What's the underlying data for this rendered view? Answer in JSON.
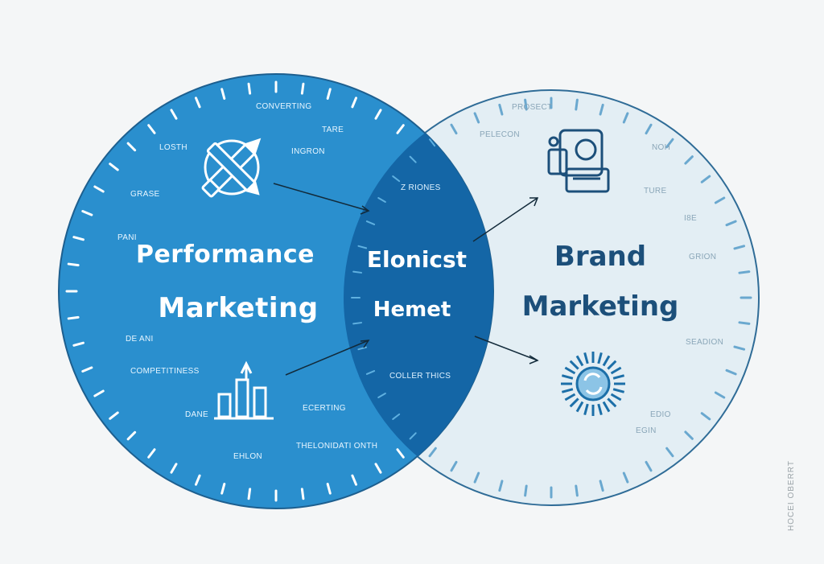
{
  "left_circle": {
    "title_line1": "Performance",
    "title_line2": "Marketing",
    "labels": {
      "converting": "CONVERTING",
      "tare": "TARE",
      "losth": "LOSTH",
      "ingron": "INGRON",
      "grase": "GRASE",
      "pani": "PANI",
      "de_ani": "DE ANI",
      "competitiveness": "COMPETITINESS",
      "dane": "DANE",
      "ecerting": "ECERTING",
      "ehlon": "EHLON",
      "thelonidation": "THELONIDATI ONTH"
    }
  },
  "middle": {
    "title_line1": "Elonicst",
    "title_line2": "Hemet",
    "labels": {
      "z_riones": "Z RIONES",
      "collerthics": "COLLER THICS"
    }
  },
  "right_circle": {
    "title_line1": "Brand",
    "title_line2": "Marketing",
    "labels": {
      "prosect": "PROSECT",
      "pelecon": "PELECON",
      "noh": "NOH",
      "ture": "TURE",
      "grion": "GRION",
      "seadion": "SEADION",
      "edio": "EDIO",
      "e_gin": "EGIN",
      "small": "I8E"
    }
  },
  "signature": "HOCEI OBERRT",
  "icons": [
    "crossed-pencils-icon",
    "bar-chart-icon",
    "camera-icon",
    "sunburst-icon"
  ],
  "colors": {
    "left_fill": "#2a8fce",
    "overlap_fill": "#1466a6",
    "right_fill": "#e3eef4",
    "right_ticks": "#6aa8cf",
    "right_title": "#1c4f7a"
  }
}
